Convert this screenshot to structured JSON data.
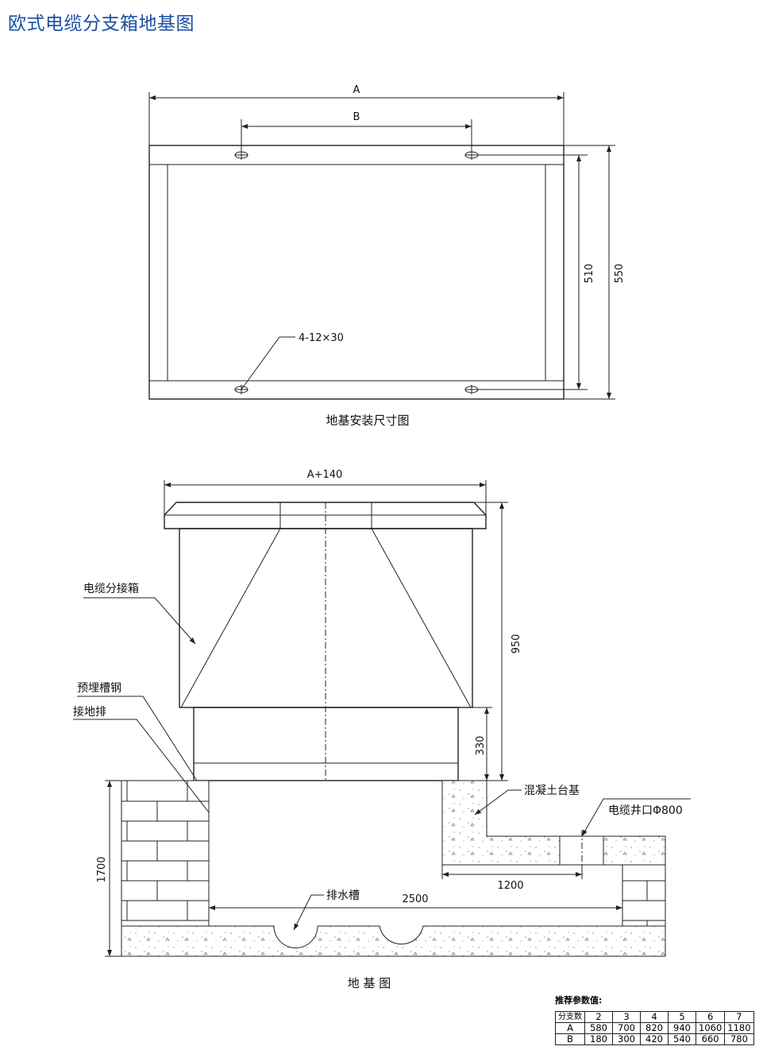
{
  "title": "欧式电缆分支箱地基图",
  "top_drawing": {
    "dim_a": "A",
    "dim_b": "B",
    "dim_510": "510",
    "dim_550": "550",
    "hole_label": "4-12×30",
    "caption": "地基安装尺寸图"
  },
  "bottom_drawing": {
    "dim_width": "A+140",
    "dim_950": "950",
    "dim_330": "330",
    "dim_1700": "1700",
    "dim_2500": "2500",
    "dim_1200": "1200",
    "label_box": "电缆分接箱",
    "label_channel": "预埋槽钢",
    "label_ground": "接地排",
    "label_concrete": "混凝土台基",
    "label_well": "电缆井口Φ800",
    "label_drain": "排水槽",
    "caption": "地 基 图"
  },
  "params": {
    "label": "推荐参数值:",
    "header": [
      "分支数",
      "2",
      "3",
      "4",
      "5",
      "6",
      "7"
    ],
    "rows": [
      [
        "A",
        "580",
        "700",
        "820",
        "940",
        "1060",
        "1180"
      ],
      [
        "B",
        "180",
        "300",
        "420",
        "540",
        "660",
        "780"
      ]
    ]
  }
}
